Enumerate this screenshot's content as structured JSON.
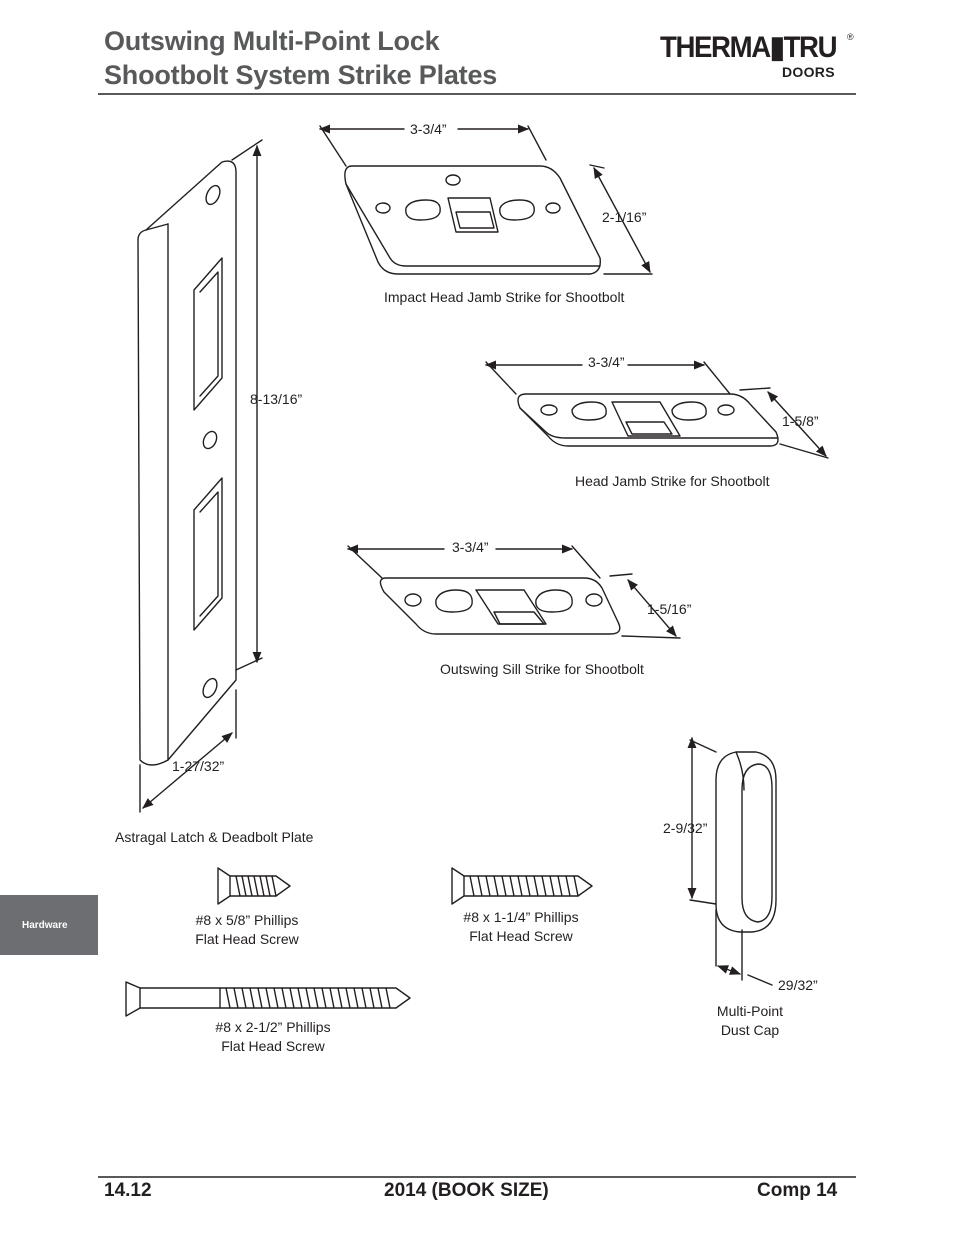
{
  "header": {
    "title_line1": "Outswing Multi-Point Lock",
    "title_line2": "Shootbolt System Strike Plates",
    "logo_main": "THERMA▮TRU",
    "logo_reg": "®",
    "logo_sub": "DOORS"
  },
  "side_tab": {
    "label": "Hardware"
  },
  "parts": {
    "astragal": {
      "height": "8-13/16”",
      "width": "1-27/32”",
      "caption": "Astragal Latch & Deadbolt Plate"
    },
    "impact_head_jamb": {
      "width": "3-3/4”",
      "depth": "2-1/16”",
      "caption": "Impact Head Jamb  Strike for Shootbolt"
    },
    "head_jamb": {
      "width": "3-3/4”",
      "depth": "1-5/8”",
      "caption": "Head Jamb Strike for Shootbolt"
    },
    "sill": {
      "width": "3-3/4”",
      "depth": "1-5/16”",
      "caption": "Outswing Sill Strike for Shootbolt"
    },
    "dust_cap": {
      "height": "2-9/32”",
      "width": "29/32”",
      "caption_line1": "Multi-Point",
      "caption_line2": "Dust Cap"
    },
    "screw_short": {
      "line1": "#8 x 5/8” Phillips",
      "line2": "Flat Head Screw"
    },
    "screw_medium": {
      "line1": "#8 x 1-1/4” Phillips",
      "line2": "Flat Head Screw"
    },
    "screw_long": {
      "line1": "#8 x 2-1/2” Phillips",
      "line2": "Flat Head Screw"
    }
  },
  "footer": {
    "page": "14.12",
    "edition": "2014 (BOOK SIZE)",
    "comp": "Comp 14"
  }
}
